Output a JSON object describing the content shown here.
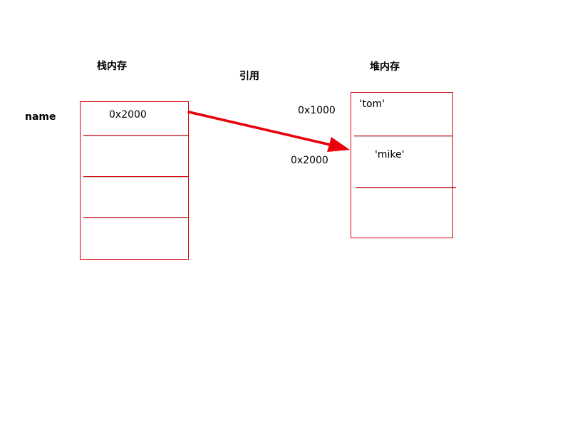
{
  "stack": {
    "title": "栈内存",
    "variable_name": "name",
    "cell_value": "0x2000"
  },
  "reference": {
    "label": "引用"
  },
  "heap": {
    "title": "堆内存",
    "addresses": [
      "0x1000",
      "0x2000"
    ],
    "values": [
      "‘tom'",
      "'mike'"
    ]
  },
  "colors": {
    "box_border": "#d9000a",
    "arrow": "#e8000a"
  }
}
